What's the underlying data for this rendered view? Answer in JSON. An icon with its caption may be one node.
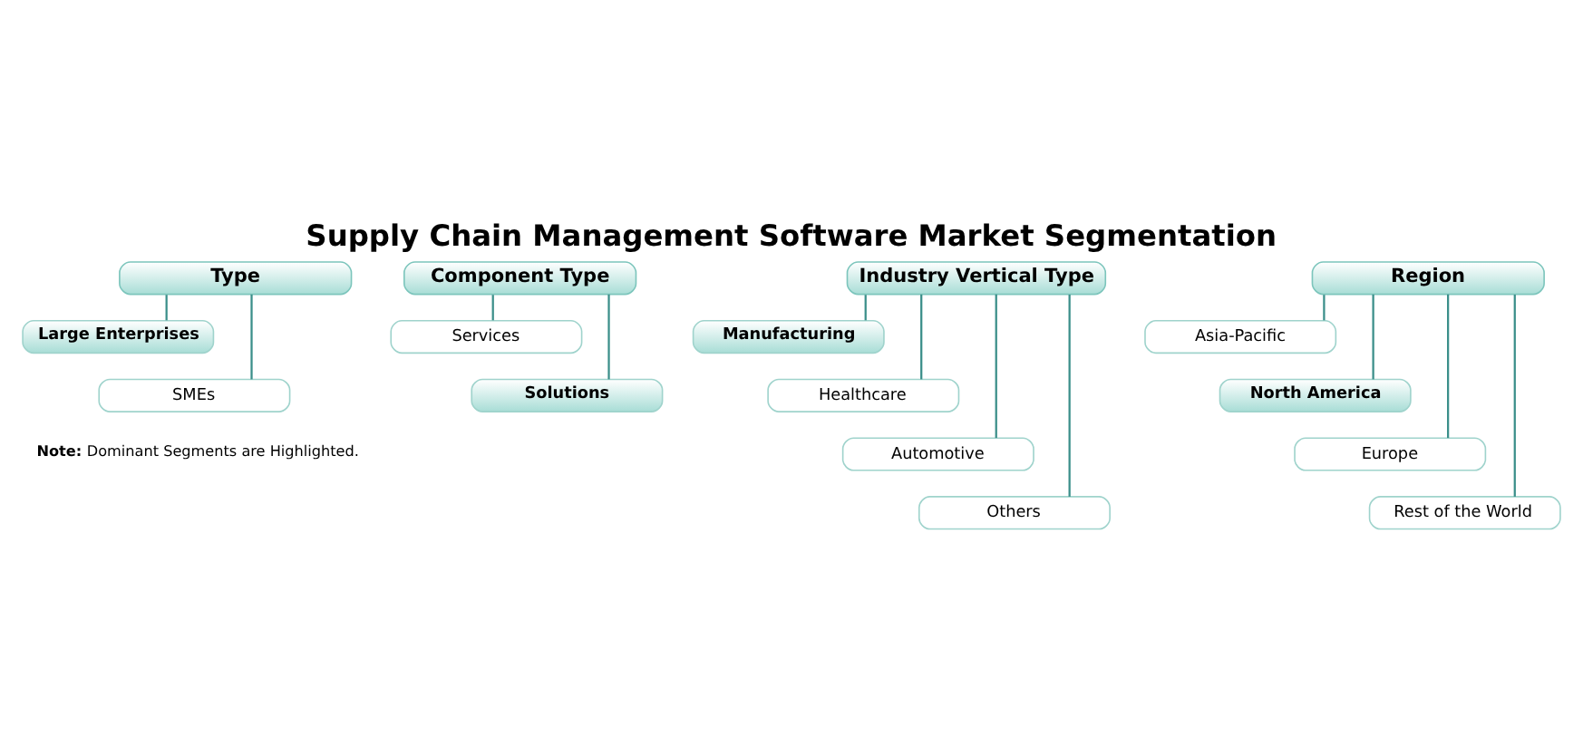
{
  "diagram": {
    "title": "Supply Chain Management Software Market Segmentation",
    "nodes": [
      {
        "text": [
          "Type"
        ]
      },
      {
        "text": [
          "Large Enterprises"
        ]
      },
      {
        "text": [
          "SMEs"
        ]
      },
      {
        "text": [
          "Component Type"
        ]
      },
      {
        "text": [
          "Services"
        ]
      },
      {
        "text": [
          "Solutions"
        ]
      },
      {
        "text": [
          "Industry Vertical Type"
        ]
      },
      {
        "text": [
          "Manufacturing"
        ]
      },
      {
        "text": [
          "Healthcare"
        ]
      },
      {
        "text": [
          "Automotive"
        ]
      },
      {
        "text": [
          "Others"
        ]
      },
      {
        "text": [
          "Region"
        ]
      },
      {
        "text": [
          "Asia-Pacific"
        ]
      },
      {
        "text": [
          "North America"
        ]
      },
      {
        "text": [
          "Europe"
        ]
      },
      {
        "text": [
          "Rest of the World"
        ]
      }
    ],
    "edges": [
      {
        "from": 0,
        "to": 1,
        "arrow": "none"
      },
      {
        "from": 0,
        "to": 2,
        "arrow": "none"
      },
      {
        "from": 3,
        "to": 4,
        "arrow": "none"
      },
      {
        "from": 3,
        "to": 5,
        "arrow": "none"
      },
      {
        "from": 6,
        "to": 7,
        "arrow": "none"
      },
      {
        "from": 6,
        "to": 8,
        "arrow": "none"
      },
      {
        "from": 6,
        "to": 9,
        "arrow": "none"
      },
      {
        "from": 6,
        "to": 10,
        "arrow": "none"
      },
      {
        "from": 11,
        "to": 12,
        "arrow": "none"
      },
      {
        "from": 11,
        "to": 13,
        "arrow": "none"
      },
      {
        "from": 11,
        "to": 14,
        "arrow": "none"
      },
      {
        "from": 11,
        "to": 15,
        "arrow": "none"
      }
    ],
    "labels": [
      "**Note:** Dominant Segments are Highlighted."
    ]
  }
}
